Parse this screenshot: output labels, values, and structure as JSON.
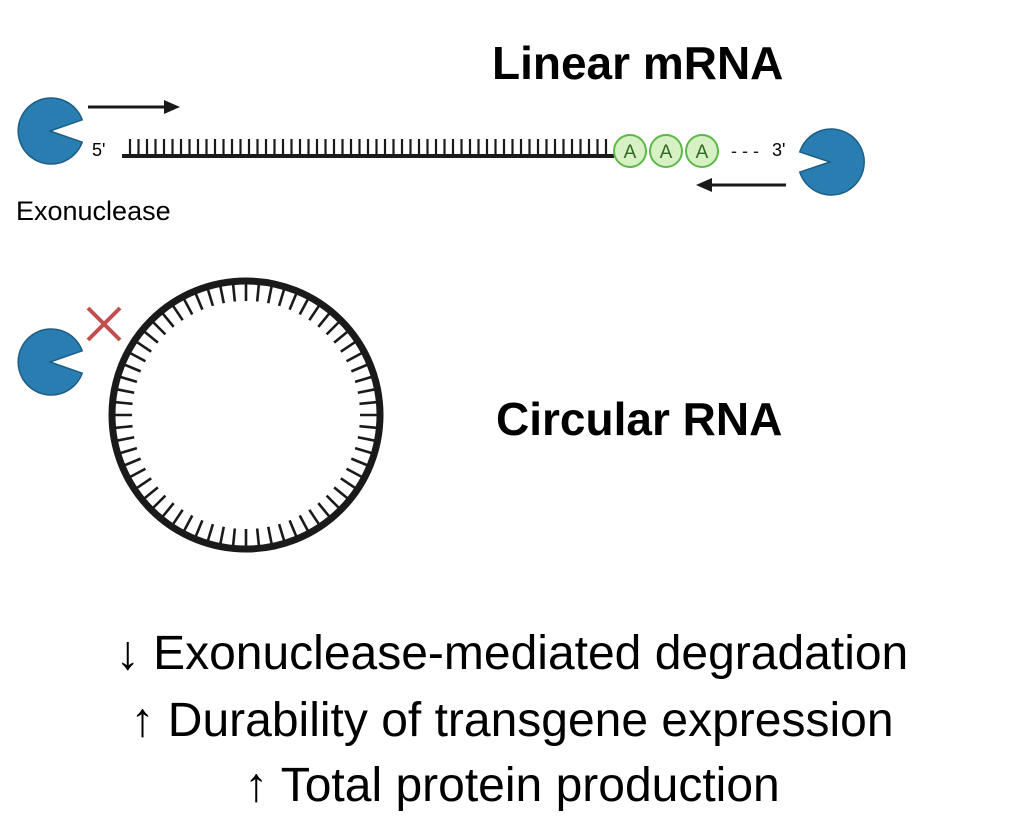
{
  "titles": {
    "linear": "Linear mRNA",
    "circular": "Circular RNA"
  },
  "labels": {
    "five_prime": "5'",
    "three_prime": "3'",
    "exonuclease": "Exonuclease",
    "poly_a": "A",
    "dashes": "- - -"
  },
  "effects": [
    "↓ Exonuclease-mediated degradation",
    "↑ Durability of transgene expression",
    "↑ Total protein production"
  ],
  "colors": {
    "exonuclease_fill": "#2A7DB0",
    "exonuclease_stroke": "#1C5E86",
    "polya_fill": "#D7F0C4",
    "polya_stroke": "#5DB848",
    "polya_text": "#2F6A25",
    "block_x": "#C0504D",
    "rna": "#1a1a1a"
  },
  "icons": {
    "exonuclease": "pac-man-enzyme-icon",
    "blocked": "red-x-icon",
    "direction": "arrow-icon"
  }
}
